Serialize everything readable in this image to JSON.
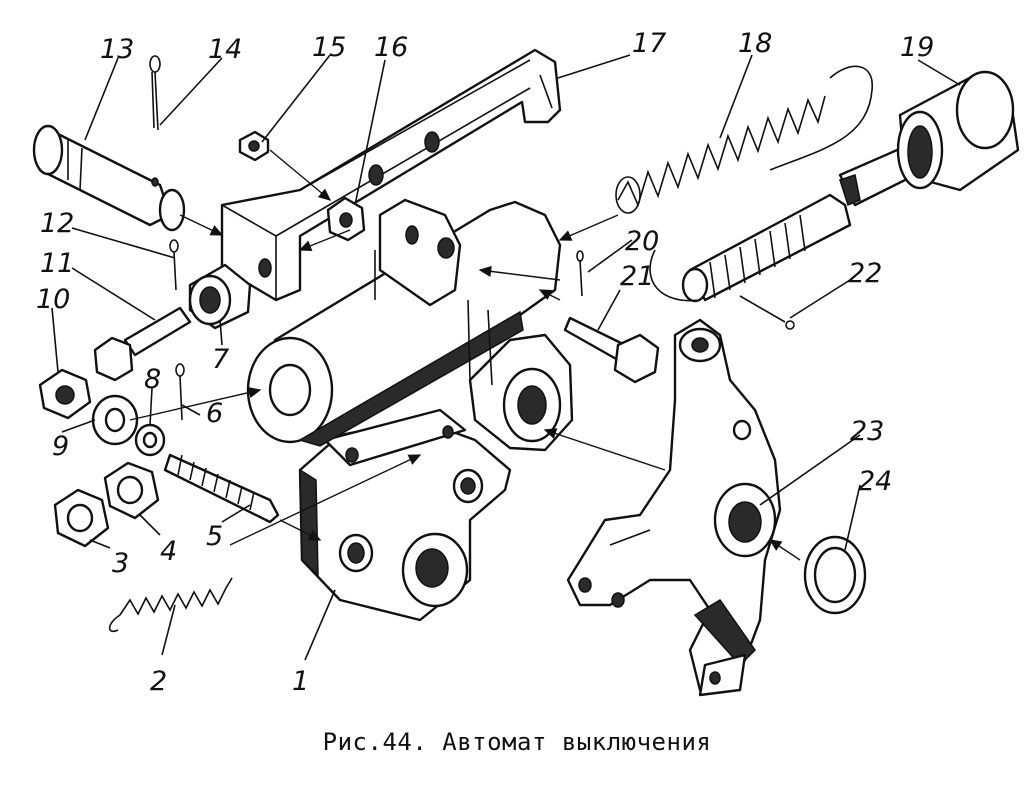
{
  "caption": "Рис.44. Автомат выключения",
  "labels": {
    "n1": "1",
    "n2": "2",
    "n3": "3",
    "n4": "4",
    "n5": "5",
    "n6": "6",
    "n7": "7",
    "n8": "8",
    "n9": "9",
    "n10": "10",
    "n11": "11",
    "n12": "12",
    "n13": "13",
    "n14": "14",
    "n15": "15",
    "n16": "16",
    "n17": "17",
    "n18": "18",
    "n19": "19",
    "n20": "20",
    "n21": "21",
    "n22": "22",
    "n23": "23",
    "n24": "24"
  }
}
